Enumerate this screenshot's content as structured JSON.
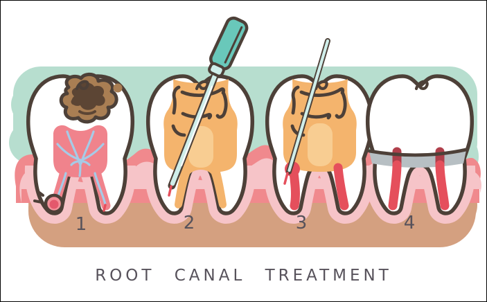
{
  "illustration": {
    "title": "ROOT CANAL TREATMENT",
    "stages": [
      {
        "number": "1"
      },
      {
        "number": "2"
      },
      {
        "number": "3"
      },
      {
        "number": "4"
      }
    ]
  },
  "colors": {
    "background": "#ffffff",
    "frame_border": "#000000",
    "mint_band": "#b7decf",
    "jaw_bone": "#d4a080",
    "gum_dark": "#f0898d",
    "gum_light": "#f6c4c8",
    "tooth_white": "#ffffff",
    "outline": "#4d4038",
    "pulp_pink": "#f0838c",
    "nerve_blue": "#a6cbe7",
    "decay_light": "#a97e53",
    "decay_dark": "#5c4534",
    "filling_orange": "#f4b46d",
    "filling_orange_light": "#f8cd92",
    "canal_red": "#e54f5c",
    "canal_dark_red": "#b03f4b",
    "crown_gray": "#b7bfc3",
    "tool_teal": "#69c8ba",
    "tool_shaft": "#cfeeea",
    "abscess_ring": "#f2929b",
    "abscess_red": "#e4586c",
    "text": "#57525b"
  }
}
